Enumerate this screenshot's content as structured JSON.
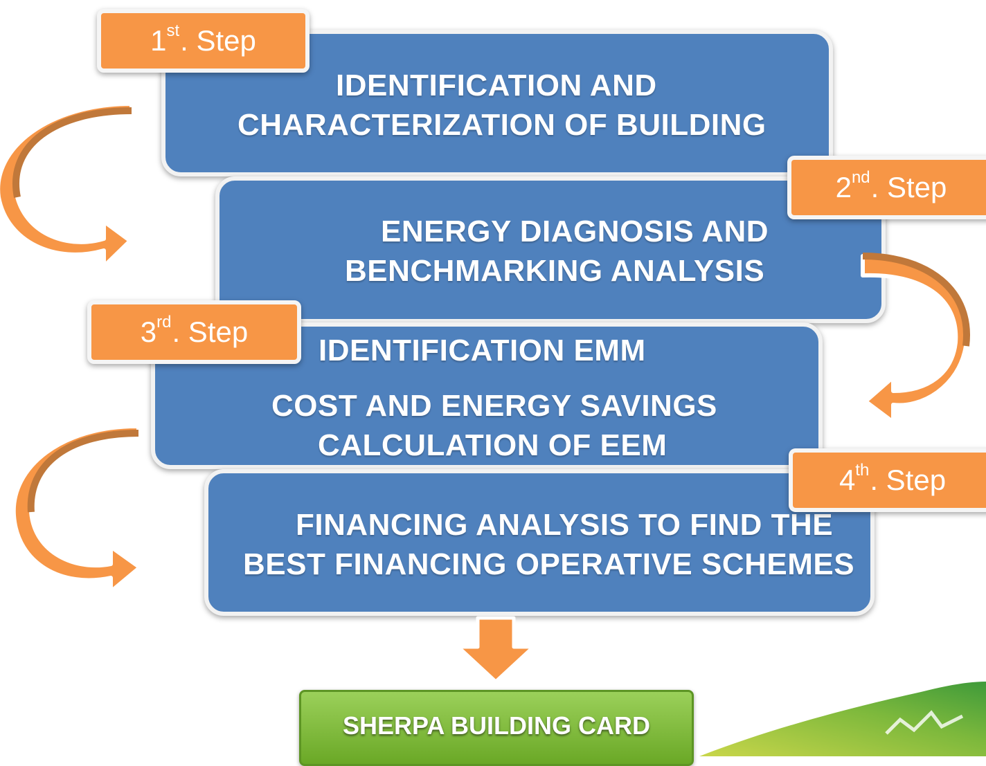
{
  "steps": [
    {
      "number": "1",
      "suffix": "st",
      "label": ". Step",
      "lines": [
        "IDENTIFICATION AND",
        "CHARACTERIZATION OF BUILDING"
      ]
    },
    {
      "number": "2",
      "suffix": "nd",
      "label": ". Step",
      "lines": [
        "ENERGY DIAGNOSIS AND",
        "BENCHMARKING ANALYSIS"
      ]
    },
    {
      "number": "3",
      "suffix": "rd",
      "label": ". Step",
      "lines": [
        "IDENTIFICATION EMM",
        "COST AND ENERGY SAVINGS",
        "CALCULATION OF EEM"
      ]
    },
    {
      "number": "4",
      "suffix": "th",
      "label": ". Step",
      "lines": [
        "FINANCING ANALYSIS TO FIND THE",
        "BEST FINANCING OPERATIVE SCHEMES"
      ]
    }
  ],
  "result": {
    "label": "SHERPA BUILDING CARD"
  },
  "colors": {
    "box": "#4f81bd",
    "badge": "#f79646",
    "arrow": "#f79646",
    "card": "#7dbb3a"
  }
}
